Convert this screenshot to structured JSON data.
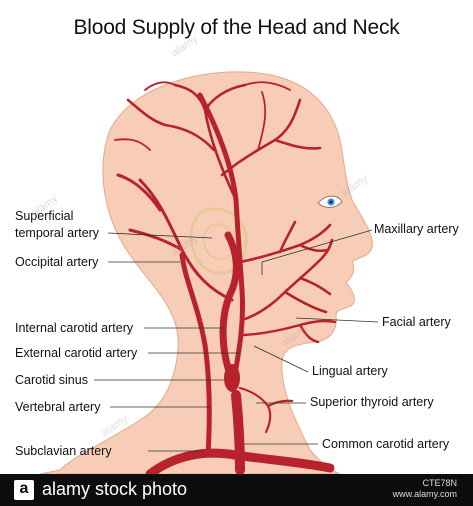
{
  "title": "Blood Supply of the Head and Neck",
  "labels": {
    "superficial_temporal_1": "Superficial",
    "superficial_temporal_2": "temporal artery",
    "occipital": "Occipital artery",
    "internal_carotid": "Internal carotid artery",
    "external_carotid": "External carotid artery",
    "carotid_sinus": "Carotid sinus",
    "vertebral": "Vertebral artery",
    "subclavian": "Subclavian artery",
    "maxillary": "Maxillary artery",
    "facial": "Facial artery",
    "lingual": "Lingual artery",
    "superior_thyroid": "Superior thyroid artery",
    "common_carotid": "Common carotid artery"
  },
  "footer": {
    "logo_letter": "a",
    "brand": "alamy stock photo",
    "image_id": "CTE78N",
    "site": "www.alamy.com"
  },
  "watermark": "alamy",
  "colors": {
    "skin": "#f8cdb7",
    "skin_outline": "#e4a88c",
    "artery": "#b8222c",
    "artery_dark": "#8f1620",
    "ear": "#e8c79a",
    "eye": "#3a8fd6",
    "footer_bg": "#0d0d0d"
  }
}
